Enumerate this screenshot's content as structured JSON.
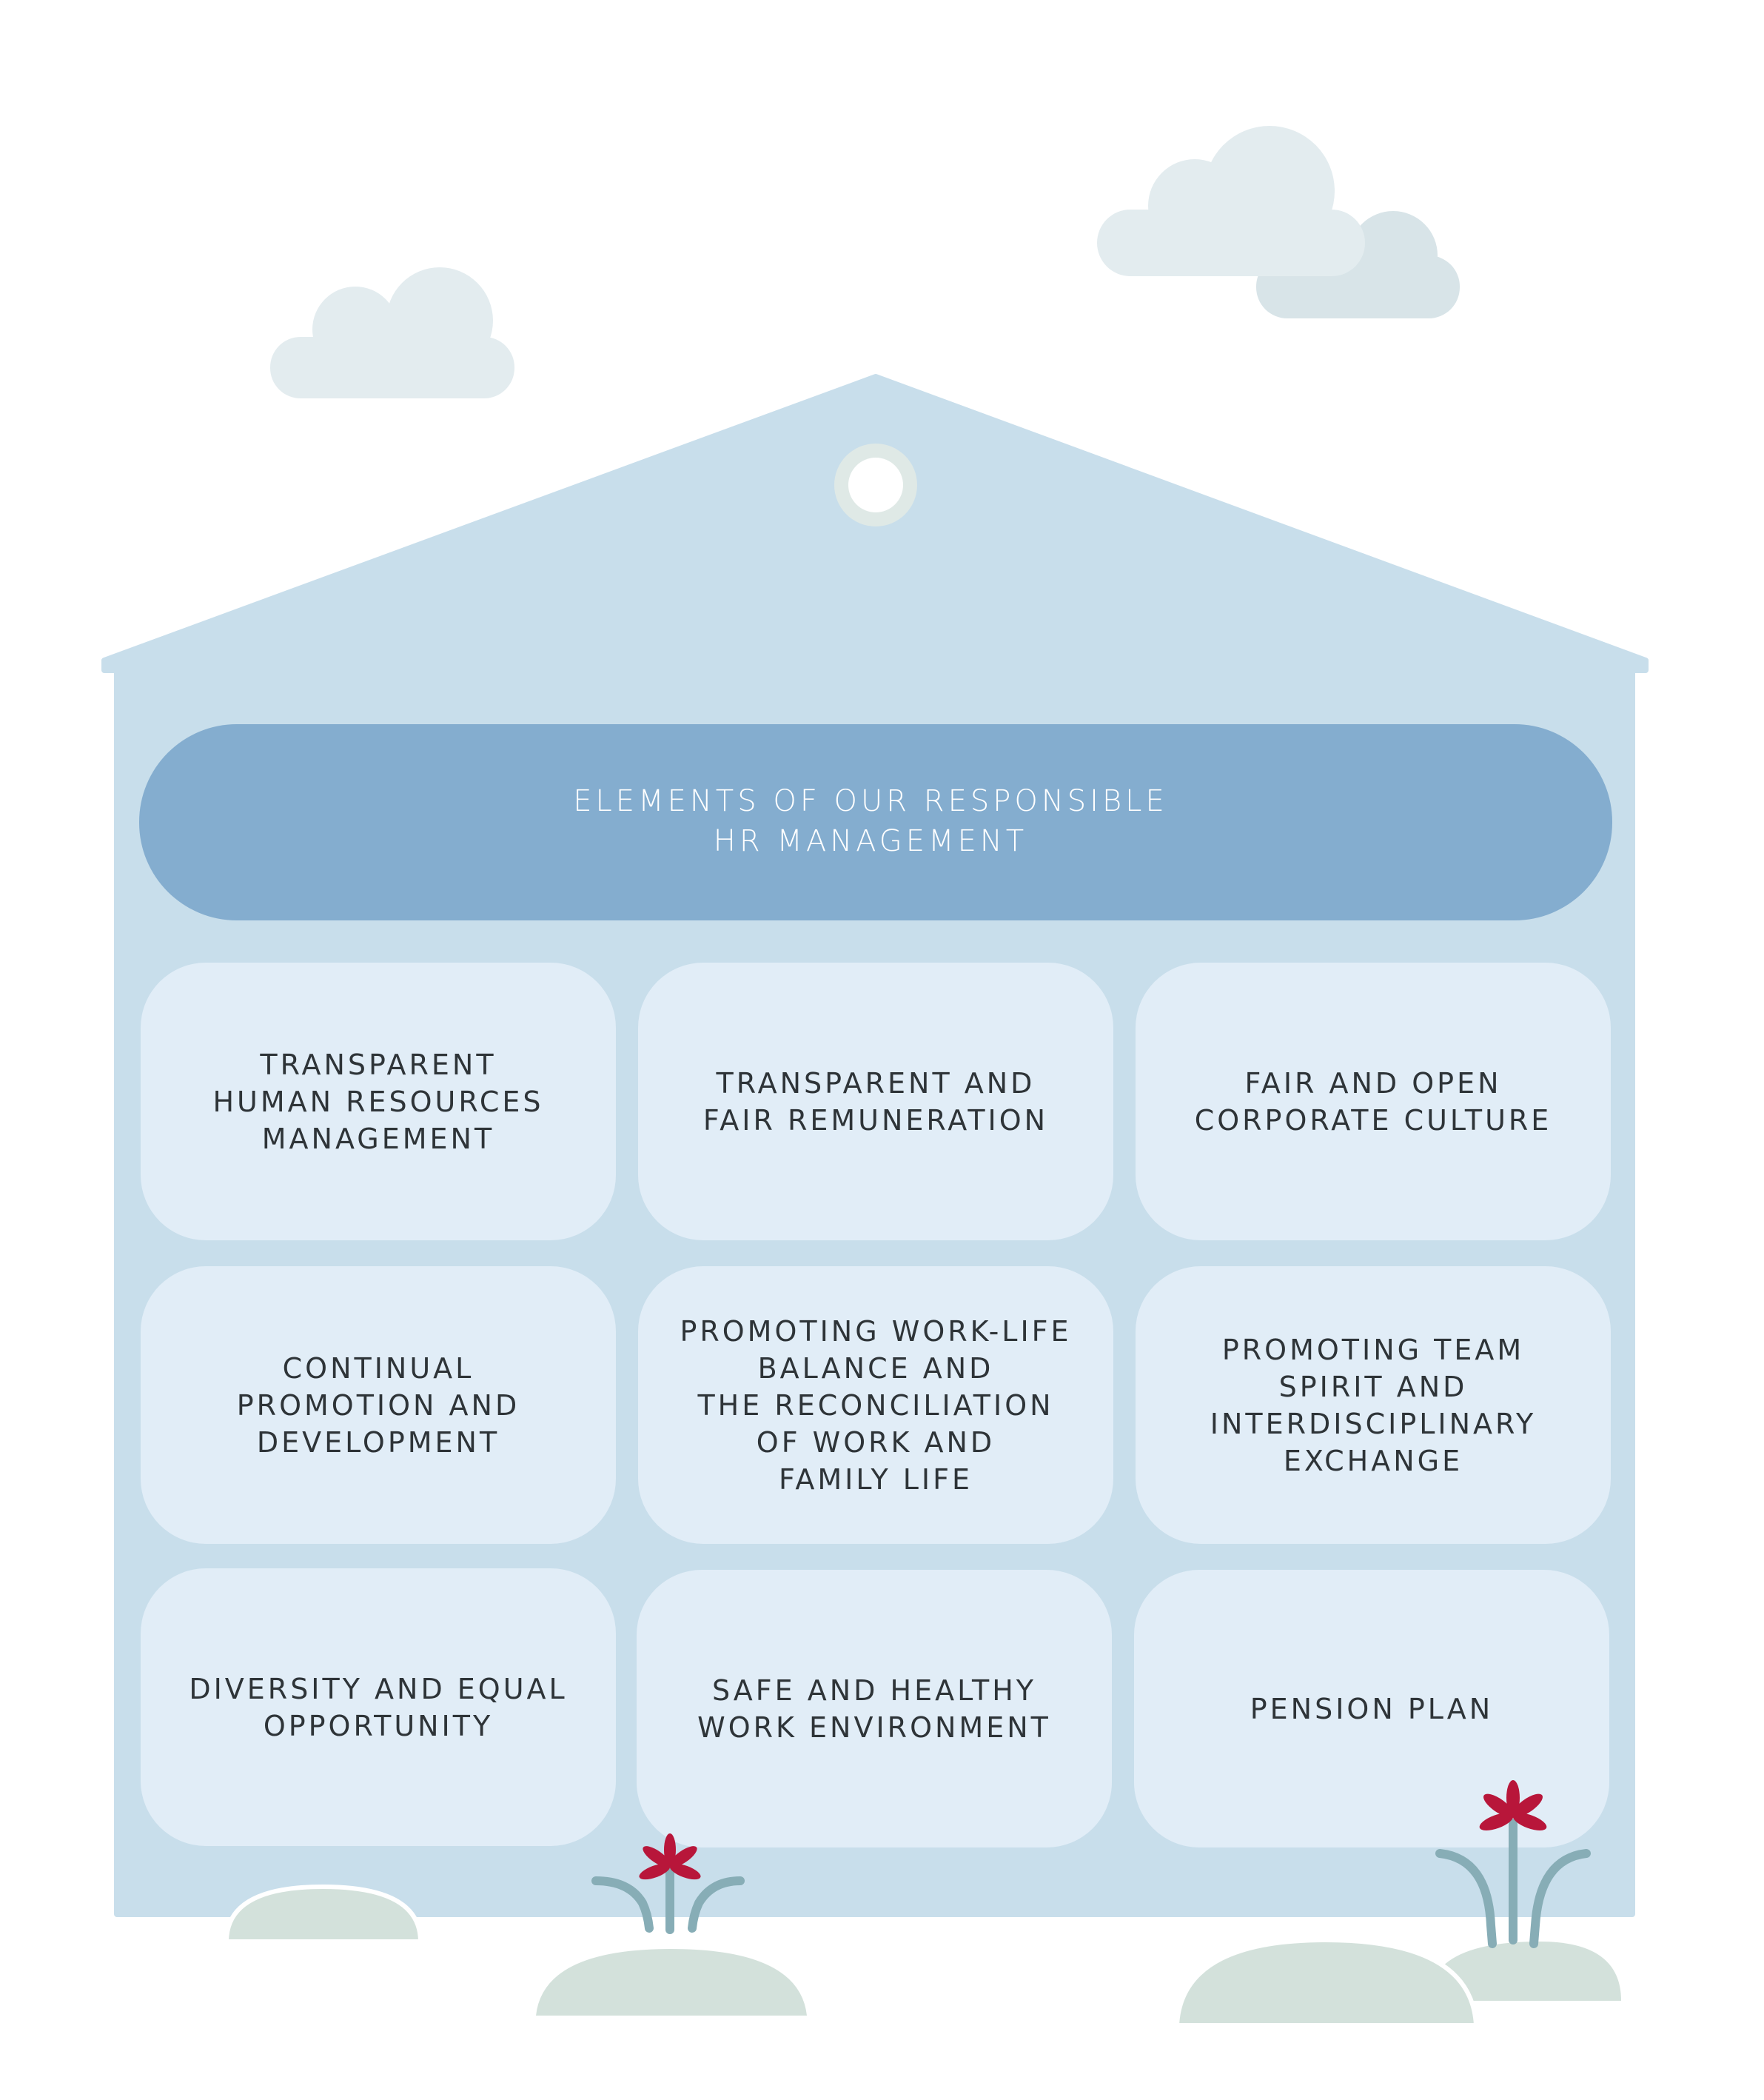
{
  "header": {
    "title_line1": "ELEMENTS OF OUR RESPONSIBLE",
    "title_line2": "HR MANAGEMENT"
  },
  "boxes": [
    "TRANSPARENT\nHUMAN RESOURCES\nMANAGEMENT",
    "TRANSPARENT AND\nFAIR REMUNERATION",
    "FAIR AND OPEN\nCORPORATE CULTURE",
    "CONTINUAL\nPROMOTION AND\nDEVELOPMENT",
    "PROMOTING WORK-LIFE\nBALANCE AND\nTHE RECONCILIATION\nOF WORK AND\nFAMILY LIFE",
    "PROMOTING TEAM\nSPIRIT AND\nINTERDISCIPLINARY\nEXCHANGE",
    "DIVERSITY AND EQUAL\nOPPORTUNITY",
    "SAFE AND HEALTHY\nWORK ENVIRONMENT",
    "PENSION PLAN"
  ],
  "colors": {
    "house": "#c8deeb",
    "header_pill": "#84adcf",
    "box": "#e1edf7",
    "cloud": "#e3ecef",
    "cloud_dark": "#d8e4e8",
    "hill": "#d3e1db",
    "stem": "#87adb6",
    "flower": "#b8163a"
  }
}
